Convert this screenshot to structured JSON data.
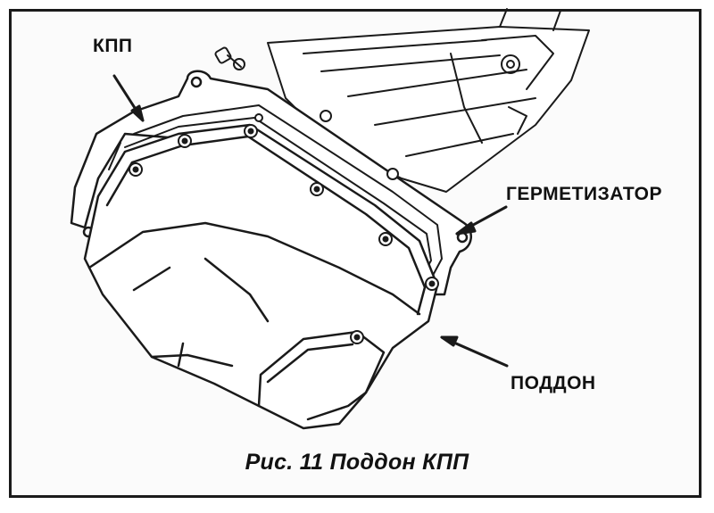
{
  "labels": {
    "transmission": "КПП",
    "sealant": "ГЕРМЕТИЗАТОР",
    "oil_pan": "ПОДДОН"
  },
  "caption": "Рис. 11 Поддон КПП"
}
